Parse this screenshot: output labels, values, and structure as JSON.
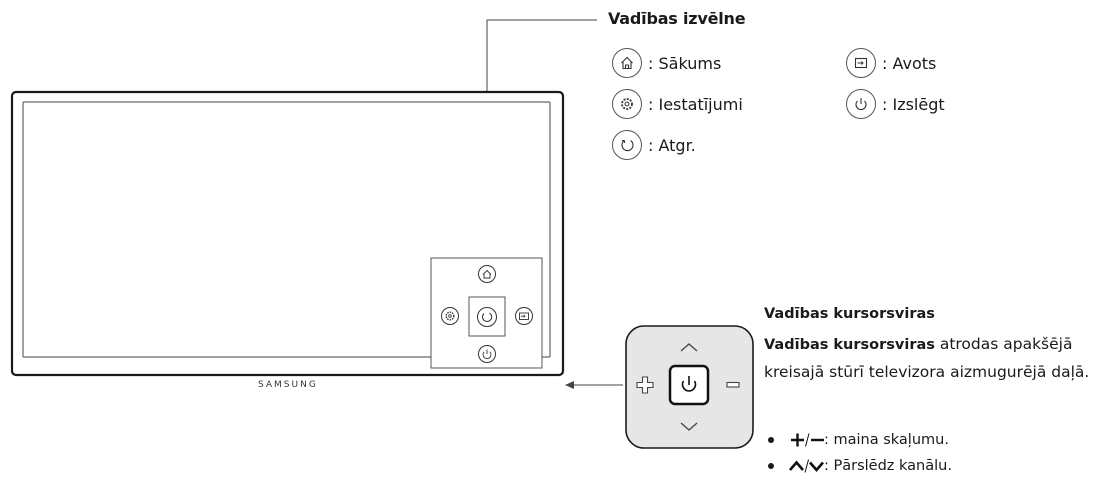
{
  "menu": {
    "title": "Vadības izvēlne",
    "items": [
      {
        "icon": "home-icon",
        "label": ": Sākums"
      },
      {
        "icon": "settings-icon",
        "label": ": Iestatījumi"
      },
      {
        "icon": "return-icon",
        "label": ": Atgr."
      },
      {
        "icon": "source-icon",
        "label": ": Avots"
      },
      {
        "icon": "power-icon",
        "label": ": Izslēgt"
      }
    ]
  },
  "tv": {
    "brand": "SAMSUNG"
  },
  "joystick": {
    "title": "Vadības kursorsviras",
    "description_bold": "Vadības kursorsviras",
    "description_rest": " atrodas apakšējā kreisajā stūrī televizora aizmugurējā daļā.",
    "bullets": [
      {
        "icons": "+/−",
        "text": ": maina skaļumu."
      },
      {
        "icons": "^/v",
        "text": ": Pārslēdz kanālu."
      }
    ]
  }
}
